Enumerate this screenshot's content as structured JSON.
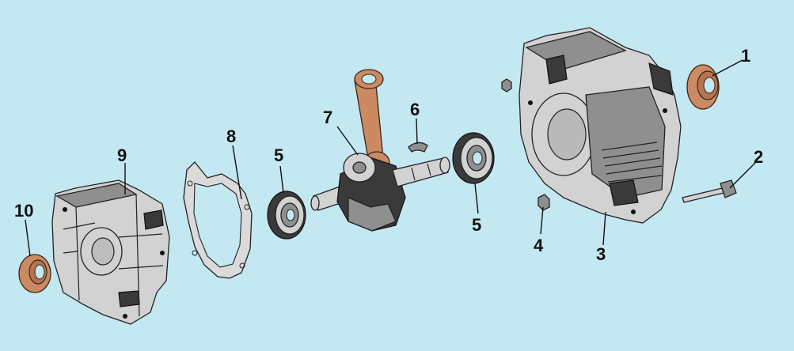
{
  "callouts": [
    {
      "id": "1",
      "label": "1"
    },
    {
      "id": "2",
      "label": "2"
    },
    {
      "id": "3",
      "label": "3"
    },
    {
      "id": "4",
      "label": "4"
    },
    {
      "id": "5a",
      "label": "5"
    },
    {
      "id": "5b",
      "label": "5"
    },
    {
      "id": "6",
      "label": "6"
    },
    {
      "id": "7",
      "label": "7"
    },
    {
      "id": "8",
      "label": "8"
    },
    {
      "id": "9",
      "label": "9"
    },
    {
      "id": "10",
      "label": "10"
    }
  ]
}
